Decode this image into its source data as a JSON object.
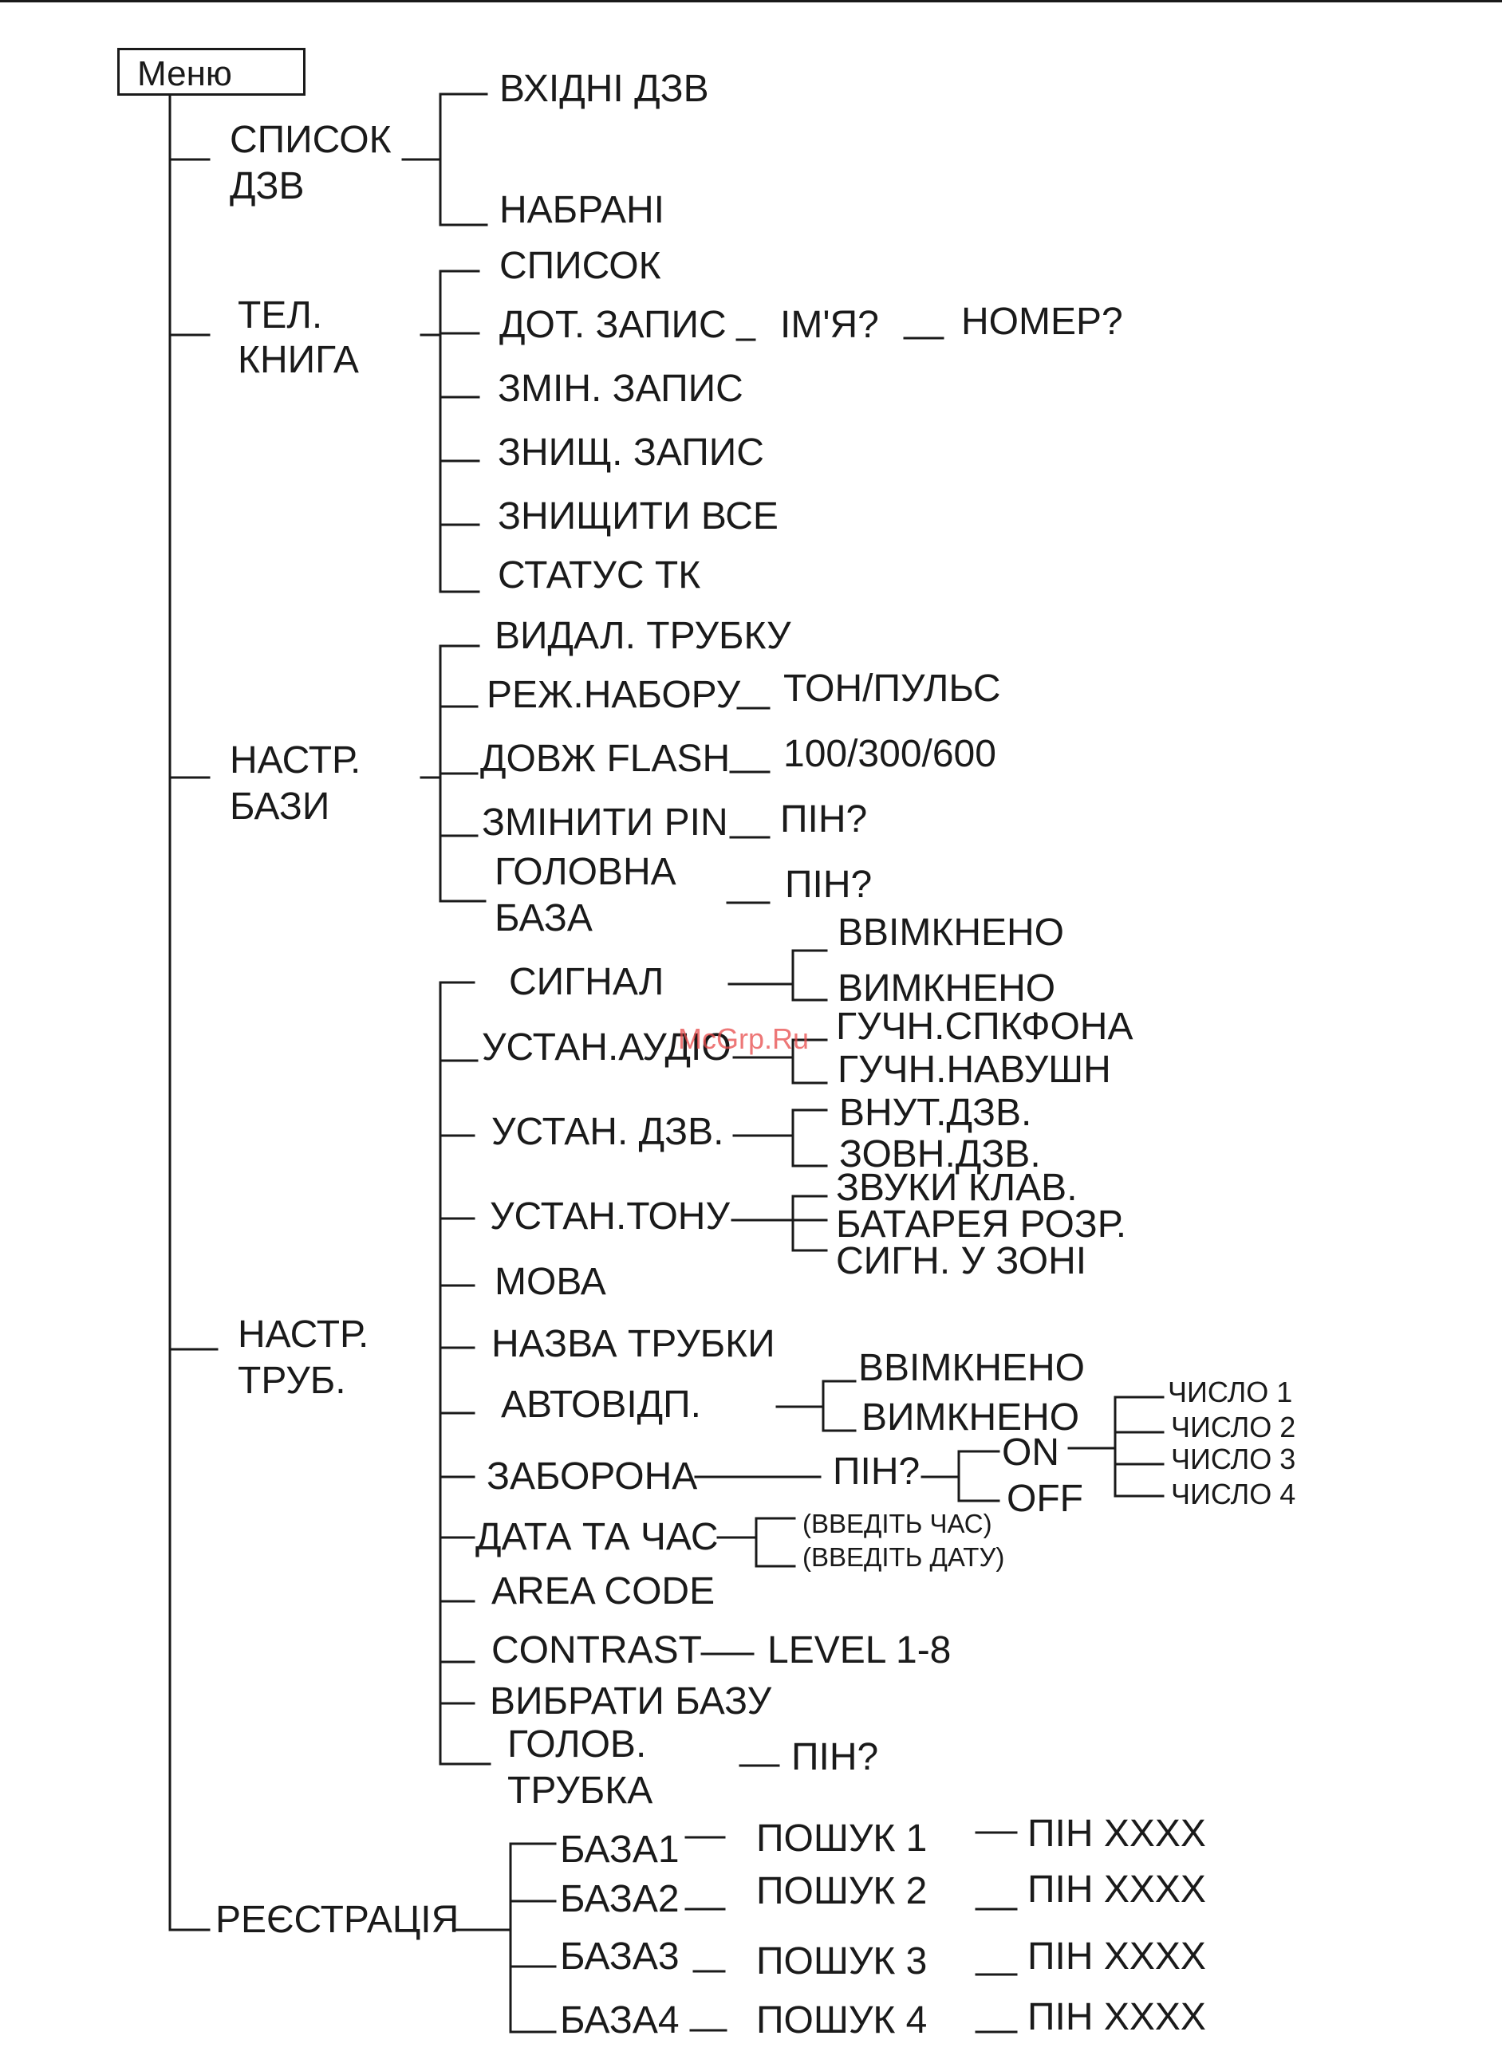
{
  "menu": "Меню",
  "watermark": "McGrp.Ru",
  "sections": {
    "spysok_dzv": {
      "l1": "СПИСОК",
      "l2": "ДЗВ",
      "items": [
        "ВХІДНІ ДЗВ",
        "НАБРАНІ"
      ]
    },
    "tel_knyha": {
      "l1": "ТЕЛ.",
      "l2": "КНИГА",
      "items": [
        "СПИСОК",
        "ДОТ. ЗАПИС",
        "ЗМІН. ЗАПИС",
        "ЗНИЩ. ЗАПИС",
        "ЗНИЩИТИ ВСЕ",
        "СТАТУС ТК"
      ],
      "dot_zapys_sub": [
        "ІМ'Я?",
        "НОМЕР?"
      ]
    },
    "nastr_bazy": {
      "l1": "НАСТР.",
      "l2": "БАЗИ",
      "items": [
        "ВИДАЛ. ТРУБКУ",
        "РЕЖ.НАБОРУ",
        "ДОВЖ FLASH",
        "ЗМІНИТИ PIN"
      ],
      "holovna": [
        "ГОЛОВНА",
        "БАЗА"
      ],
      "values": [
        "ТОН/ПУЛЬС",
        "100/300/600",
        "ПІН?",
        "ПІН?"
      ]
    },
    "nastr_trub": {
      "l1": "НАСТР.",
      "l2": "ТРУБ.",
      "items": [
        "СИГНАЛ",
        "УСТАН.АУДІО",
        "УСТАН. ДЗВ.",
        "УСТАН.ТОНУ",
        "МОВА",
        "НАЗВА ТРУБКИ",
        "АВТОВІДП.",
        "ЗАБОРОНА",
        "ДАТА ТА ЧАС",
        "AREA CODE",
        "CONTRAST",
        "ВИБРАТИ БАЗУ"
      ],
      "holov": [
        "ГОЛОВ.",
        "ТРУБКА"
      ],
      "holov_pin": "ПІН?",
      "syhnal_sub": [
        "ВВІМКНЕНО",
        "ВИМКНЕНО"
      ],
      "audio_sub": [
        "ГУЧН.СПКФОНА",
        "ГУЧН.НАВУШН"
      ],
      "dzv_sub": [
        "ВНУТ.ДЗВ.",
        "ЗОВН.ДЗВ."
      ],
      "tonu_sub": [
        "ЗВУКИ КЛАВ.",
        "БАТАРЕЯ РОЗР.",
        "СИГН. У ЗОНІ"
      ],
      "avto_sub": [
        "ВВІМКНЕНО",
        "ВИМКНЕНО"
      ],
      "zaborona_pin": "ПІН?",
      "zaborona_onoff": [
        "ON",
        "OFF"
      ],
      "chyslo": [
        "ЧИСЛО 1",
        "ЧИСЛО 2",
        "ЧИСЛО 3",
        "ЧИСЛО 4"
      ],
      "data_sub": [
        "(ВВЕДІТЬ ЧАС)",
        "(ВВЕДІТЬ ДАТУ)"
      ],
      "contrast_val": "LEVEL 1-8"
    },
    "reyestratsiya": {
      "label": "РЕЄСТРАЦІЯ",
      "bases": [
        "БАЗА1",
        "БАЗА2",
        "БАЗА3",
        "БАЗА4"
      ],
      "search": [
        "ПОШУК 1",
        "ПОШУК 2",
        "ПОШУК 3",
        "ПОШУК 4"
      ],
      "pins": [
        "ПІН XXXX",
        "ПІН XXXX",
        "ПІН XXXX",
        "ПІН XXXX"
      ]
    }
  }
}
